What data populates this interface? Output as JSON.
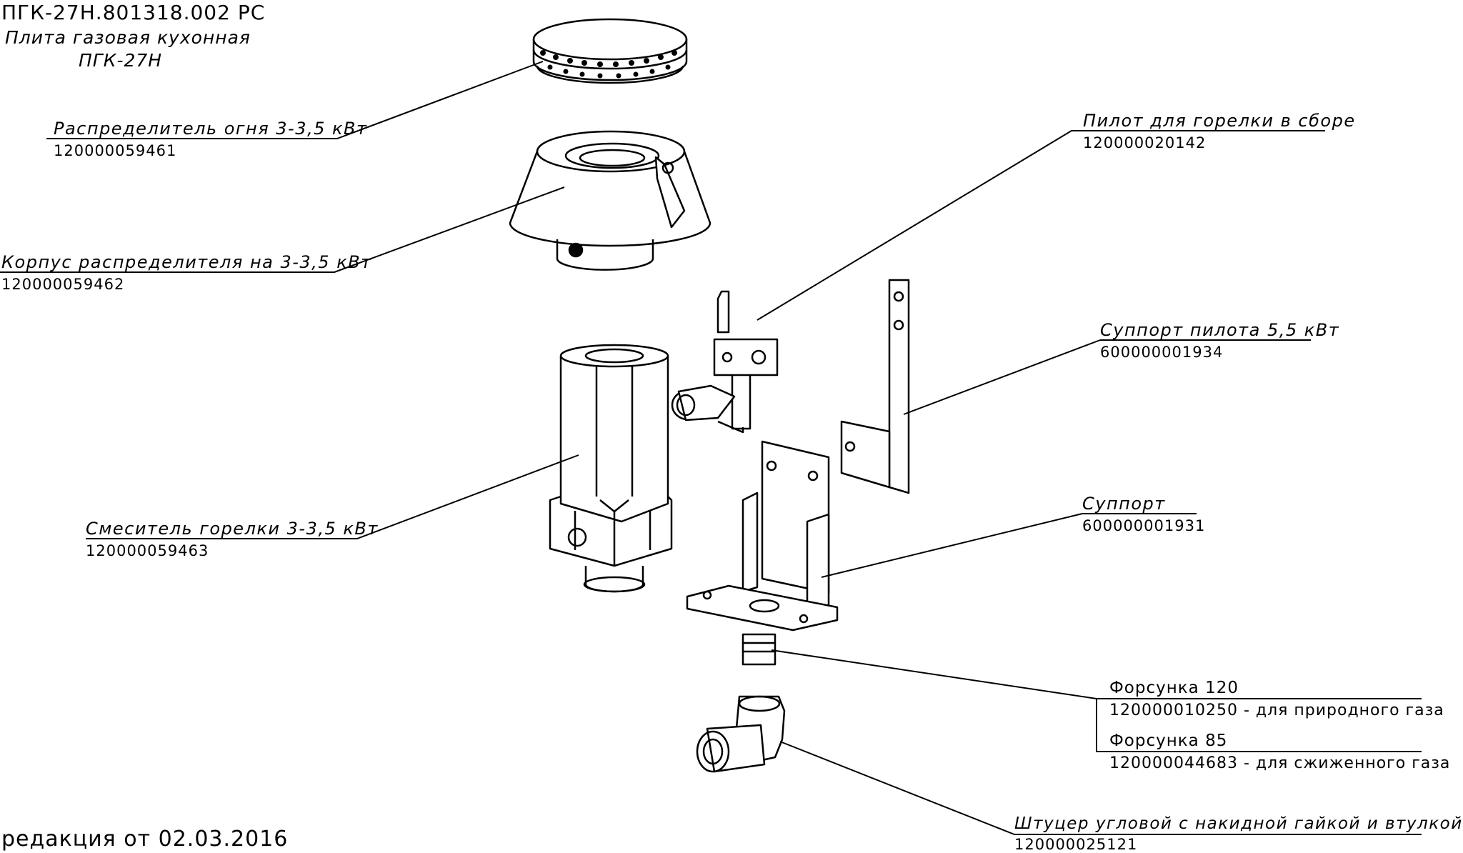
{
  "header": {
    "doc_code": "ПГК-27Н.801318.002 РС",
    "title_line1": "Плита газовая кухонная",
    "title_line2": "ПГК-27Н"
  },
  "revision": "редакция от 02.03.2016",
  "parts": [
    {
      "name": "Распределитель огня 3-3,5 кВт",
      "code": "120000059461"
    },
    {
      "name": "Корпус распределителя на 3-3,5 кВт",
      "code": "120000059462"
    },
    {
      "name": "Смеситель горелки 3-3,5 кВт",
      "code": "120000059463"
    },
    {
      "name": "Пилот для горелки в сборе",
      "code": "120000020142"
    },
    {
      "name": "Суппорт пилота 5,5 кВт",
      "code": "600000001934"
    },
    {
      "name": "Суппорт",
      "code": "600000001931"
    },
    {
      "name": "Форсунка 120",
      "code": "120000010250 - для природного газа"
    },
    {
      "name": "Форсунка 85",
      "code": "120000044683 - для сжиженного газа"
    },
    {
      "name": "Штуцер угловой с накидной гайкой и втулкой",
      "code": "120000025121"
    }
  ]
}
